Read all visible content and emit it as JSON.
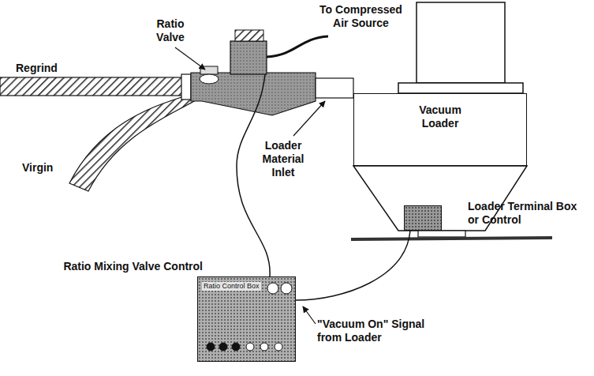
{
  "diagram": {
    "nodes": [
      {
        "text": [
          "Vacuum Loader"
        ]
      },
      {
        "text": [
          "Loader Terminal Box or Control"
        ]
      },
      {
        "text": [
          "Ratio Mixing Valve Control",
          "Ratio Control Box"
        ]
      }
    ],
    "edges": [
      {
        "from": 1,
        "to": 2,
        "arrow": "none"
      }
    ],
    "labels": [
      "To Compressed Air Source",
      "Ratio Valve",
      "Regrind",
      "Virgin",
      "Loader Material Inlet",
      "\"Vacuum On\" Signal from Loader"
    ]
  }
}
